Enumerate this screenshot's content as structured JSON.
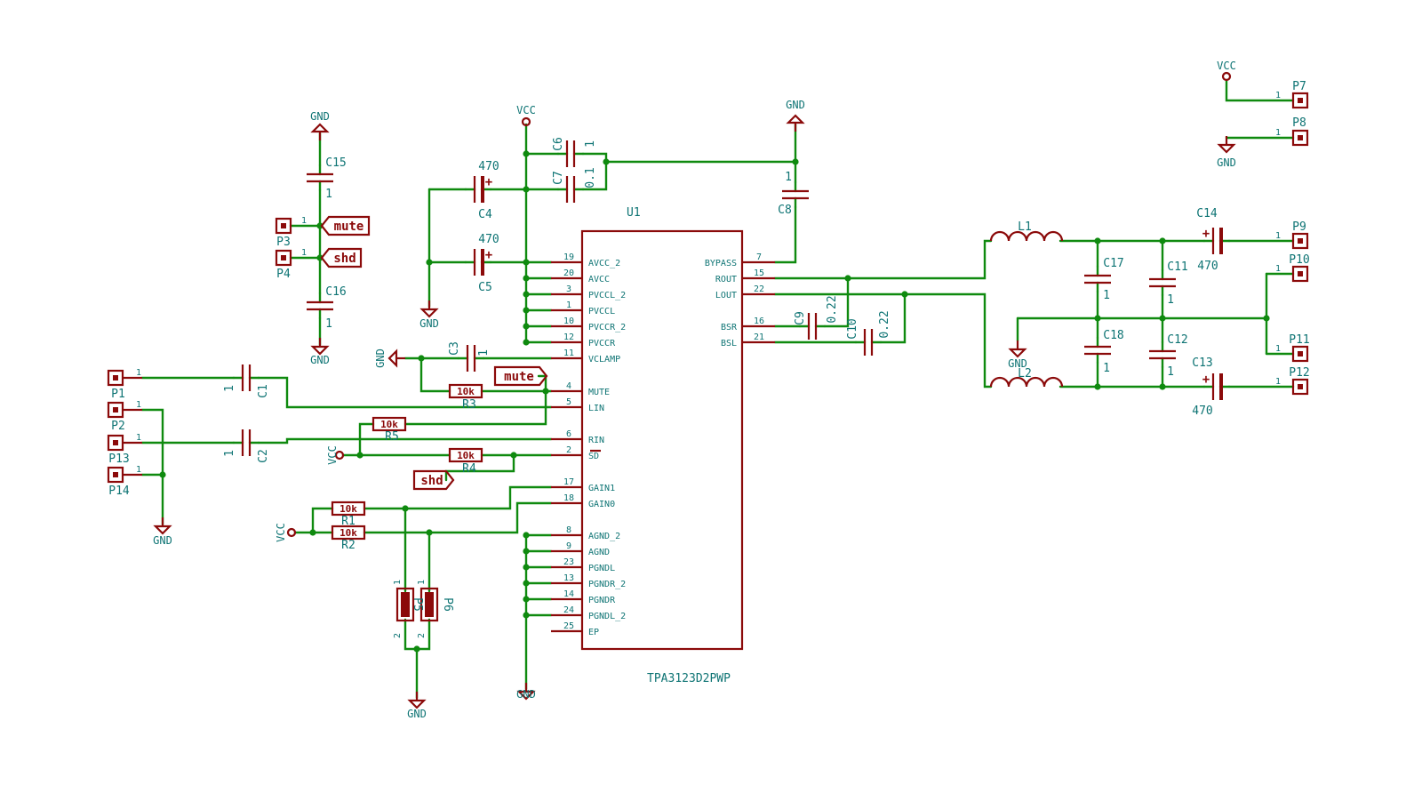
{
  "power_labels": {
    "vcc": "VCC",
    "gnd": "GND"
  },
  "global_labels": {
    "mute": "mute",
    "shd": "shd"
  },
  "ic": {
    "ref": "U1",
    "value": "TPA3123D2PWP",
    "left_pins": [
      {
        "num": "19",
        "name": "AVCC_2"
      },
      {
        "num": "20",
        "name": "AVCC"
      },
      {
        "num": "3",
        "name": "PVCCL_2"
      },
      {
        "num": "1",
        "name": "PVCCL"
      },
      {
        "num": "10",
        "name": "PVCCR_2"
      },
      {
        "num": "12",
        "name": "PVCCR"
      },
      {
        "num": "11",
        "name": "VCLAMP"
      },
      {
        "num": "4",
        "name": "MUTE"
      },
      {
        "num": "5",
        "name": "LIN"
      },
      {
        "num": "6",
        "name": "RIN"
      },
      {
        "num": "2",
        "name": "SD"
      },
      {
        "num": "17",
        "name": "GAIN1"
      },
      {
        "num": "18",
        "name": "GAIN0"
      },
      {
        "num": "8",
        "name": "AGND_2"
      },
      {
        "num": "9",
        "name": "AGND"
      },
      {
        "num": "23",
        "name": "PGNDL"
      },
      {
        "num": "13",
        "name": "PGNDR_2"
      },
      {
        "num": "14",
        "name": "PGNDR"
      },
      {
        "num": "24",
        "name": "PGNDL_2"
      },
      {
        "num": "25",
        "name": "EP"
      }
    ],
    "right_pins": [
      {
        "num": "7",
        "name": "BYPASS"
      },
      {
        "num": "15",
        "name": "ROUT"
      },
      {
        "num": "22",
        "name": "LOUT"
      },
      {
        "num": "16",
        "name": "BSR"
      },
      {
        "num": "21",
        "name": "BSL"
      }
    ]
  },
  "capacitors": {
    "C1": {
      "ref": "C1",
      "value": "1"
    },
    "C2": {
      "ref": "C2",
      "value": "1"
    },
    "C3": {
      "ref": "C3",
      "value": "1"
    },
    "C4": {
      "ref": "C4",
      "value": "470"
    },
    "C5": {
      "ref": "C5",
      "value": "470"
    },
    "C6": {
      "ref": "C6",
      "value": "1"
    },
    "C7": {
      "ref": "C7",
      "value": "0.1"
    },
    "C8": {
      "ref": "C8",
      "value": "1"
    },
    "C9": {
      "ref": "C9",
      "value": "0.22"
    },
    "C10": {
      "ref": "C10",
      "value": "0.22"
    },
    "C11": {
      "ref": "C11",
      "value": "1"
    },
    "C12": {
      "ref": "C12",
      "value": "1"
    },
    "C13": {
      "ref": "C13",
      "value": "470"
    },
    "C14": {
      "ref": "C14",
      "value": "470"
    },
    "C15": {
      "ref": "C15",
      "value": "1"
    },
    "C16": {
      "ref": "C16",
      "value": "1"
    },
    "C17": {
      "ref": "C17",
      "value": "1"
    },
    "C18": {
      "ref": "C18",
      "value": "1"
    }
  },
  "resistors": {
    "R1": {
      "ref": "R1",
      "value": "10k"
    },
    "R2": {
      "ref": "R2",
      "value": "10k"
    },
    "R3": {
      "ref": "R3",
      "value": "10k"
    },
    "R4": {
      "ref": "R4",
      "value": "10k"
    },
    "R5": {
      "ref": "R5",
      "value": "10k"
    }
  },
  "inductors": {
    "L1": {
      "ref": "L1"
    },
    "L2": {
      "ref": "L2"
    }
  },
  "connectors": {
    "P1": "P1",
    "P2": "P2",
    "P3": "P3",
    "P4": "P4",
    "P5": "P5",
    "P6": "P6",
    "P7": "P7",
    "P8": "P8",
    "P9": "P9",
    "P10": "P10",
    "P11": "P11",
    "P12": "P12",
    "P13": "P13",
    "P14": "P14"
  },
  "pin_numbers": {
    "one": "1",
    "two": "2"
  }
}
